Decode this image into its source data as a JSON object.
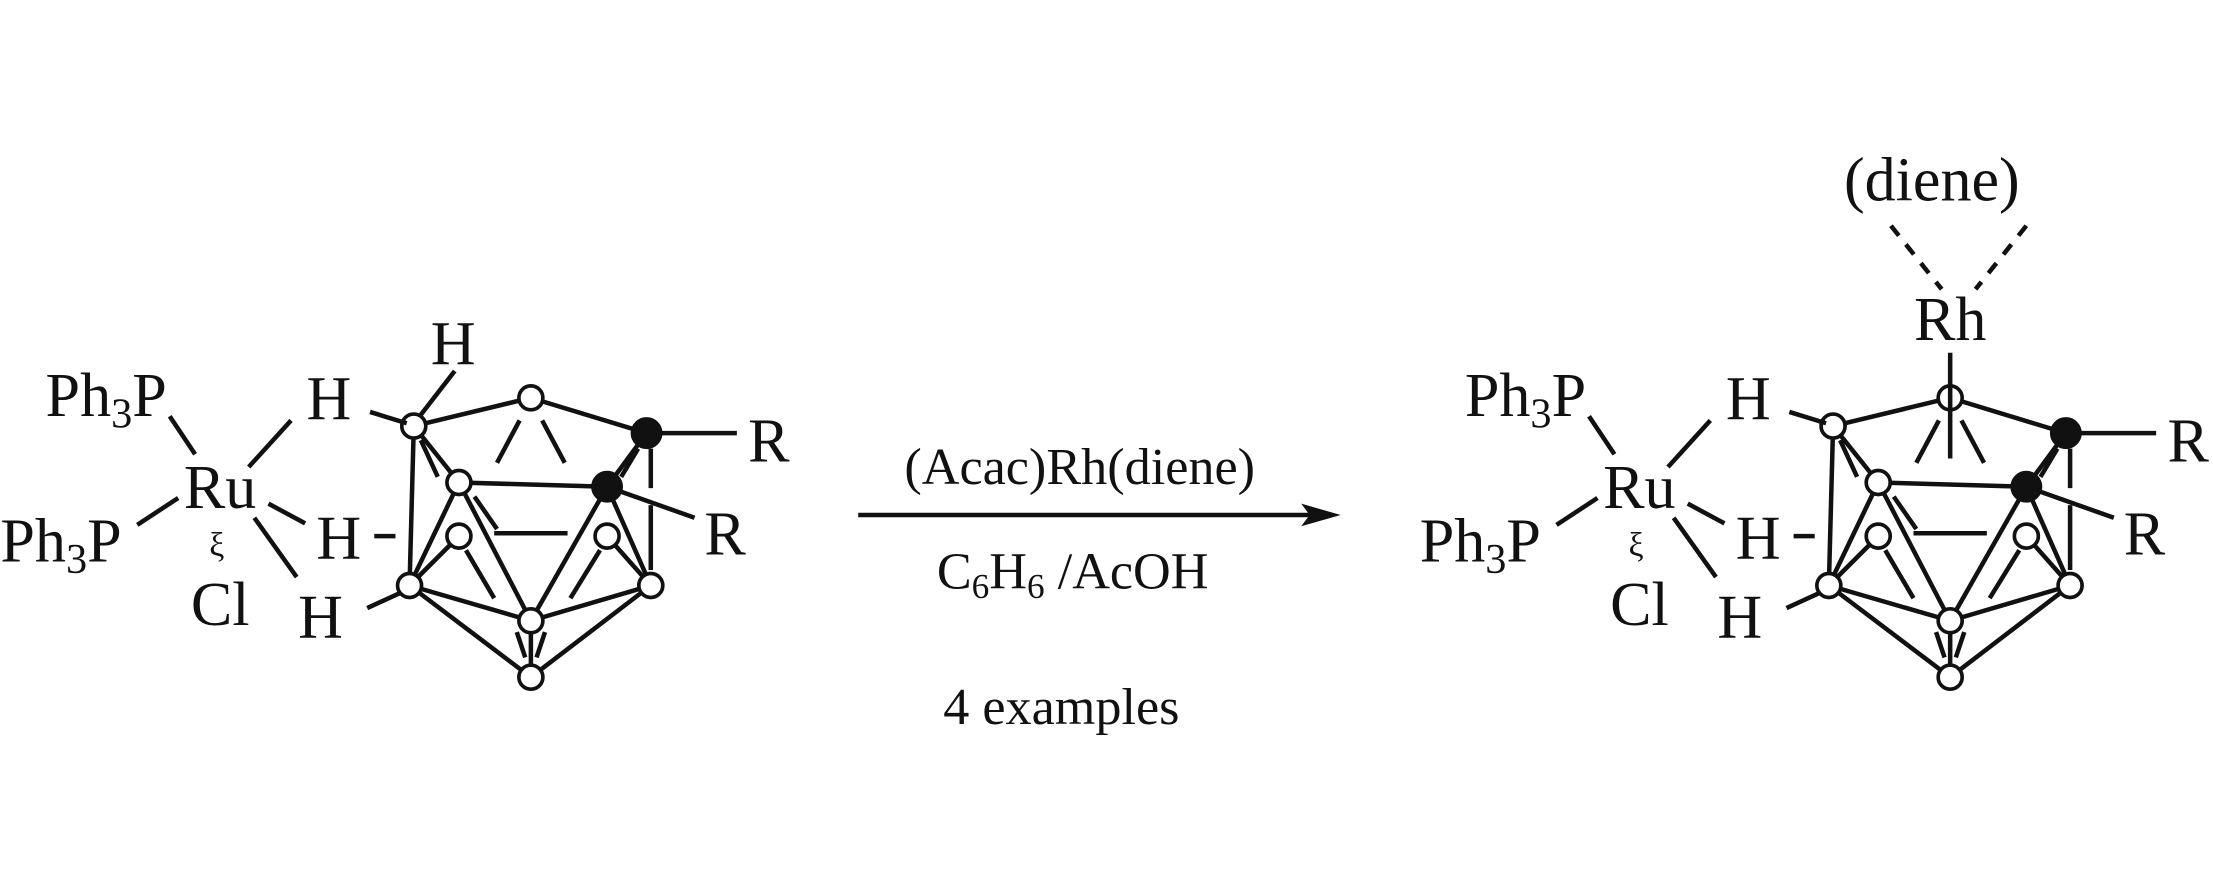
{
  "reactant": {
    "ph3p_top": {
      "main": "Ph",
      "sub": "3",
      "end": "P"
    },
    "ph3p_bottom": {
      "main": "Ph",
      "sub": "3",
      "end": "P"
    },
    "metal": "Ru",
    "chloride": "Cl",
    "wavy_bond": "ξ",
    "h_terminal": "H",
    "h_bridge_upper": "H",
    "h_bridge_middle": "H",
    "h_bridge_lower": "H",
    "r_upper": "R",
    "r_lower": "R"
  },
  "conditions": {
    "reagent": "(Acac)Rh(diene)",
    "solvent": {
      "c": "C",
      "c_sub": "6",
      "h": "H",
      "h_sub": "6",
      "rest": " /AcOH"
    },
    "note": "4 examples"
  },
  "product": {
    "ligand": "(diene)",
    "rh": "Rh",
    "ph3p_top": {
      "main": "Ph",
      "sub": "3",
      "end": "P"
    },
    "ph3p_bottom": {
      "main": "Ph",
      "sub": "3",
      "end": "P"
    },
    "metal": "Ru",
    "chloride": "Cl",
    "wavy_bond": "ξ",
    "h_bridge_upper": "H",
    "h_bridge_middle": "H",
    "h_bridge_lower": "H",
    "r_upper": "R",
    "r_lower": "R"
  }
}
